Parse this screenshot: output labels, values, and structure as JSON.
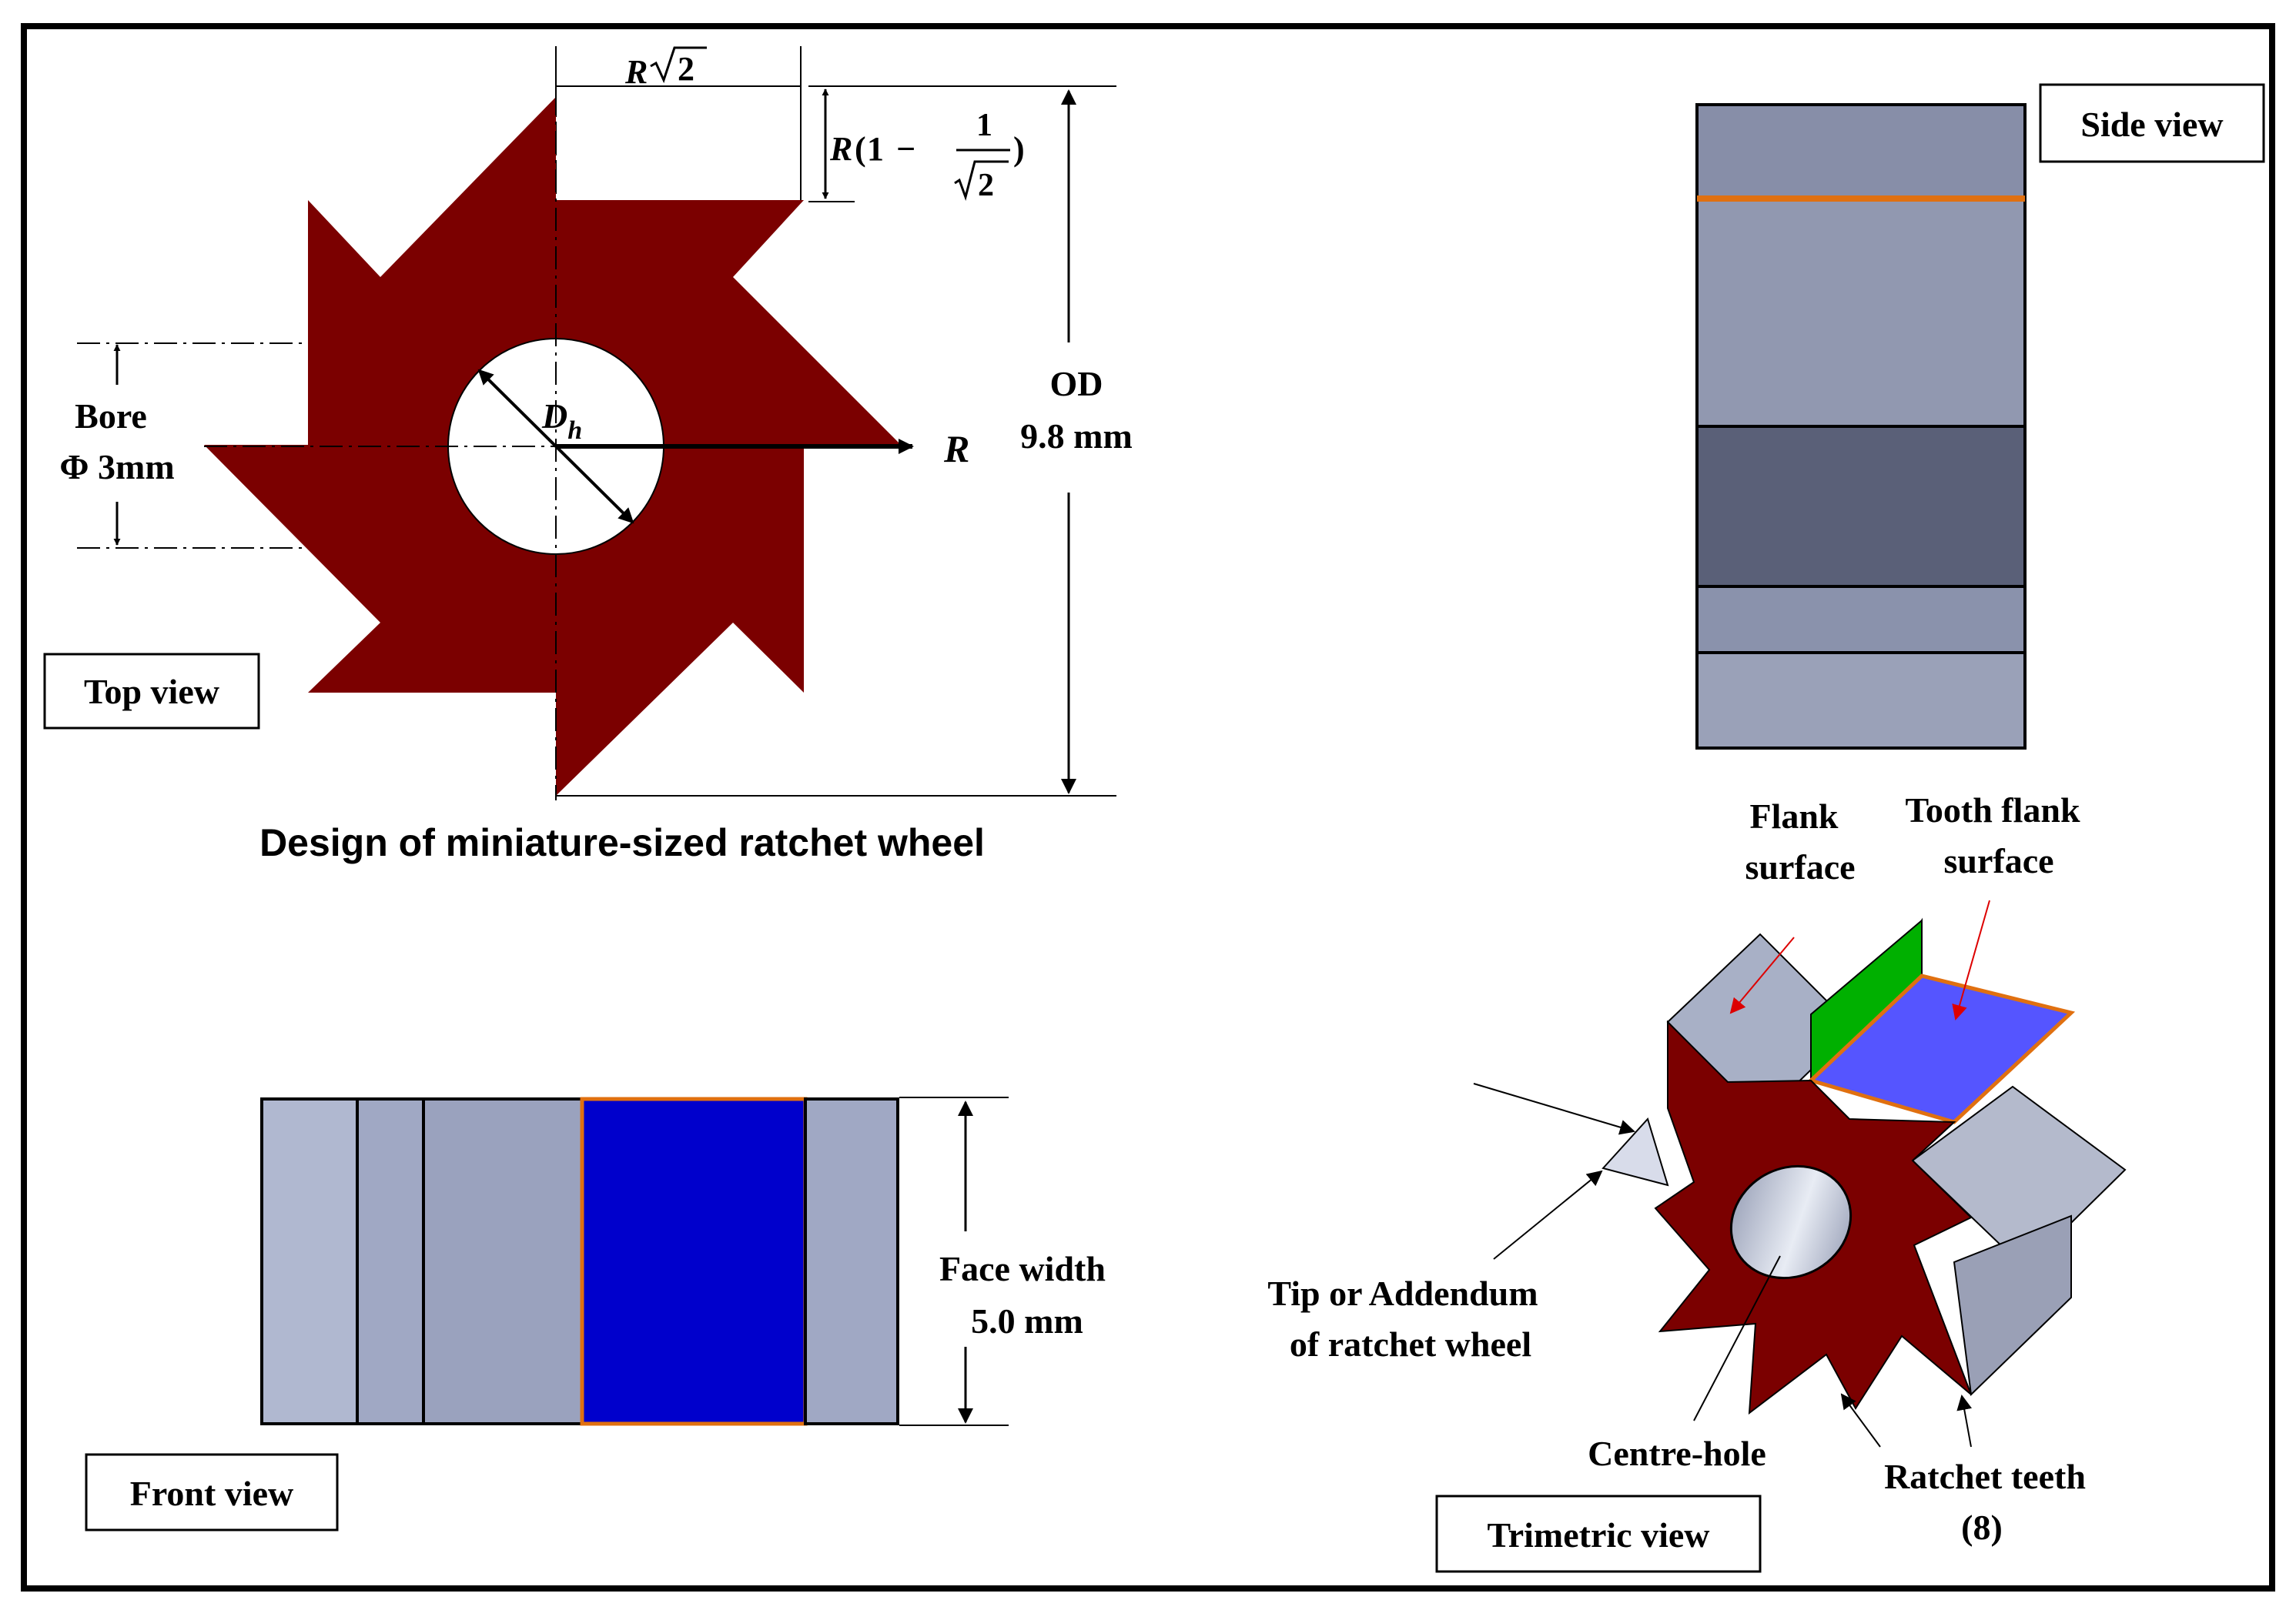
{
  "caption": "Design of miniature-sized ratchet wheel",
  "views": {
    "top": "Top view",
    "side": "Side view",
    "front": "Front view",
    "trimetric": "Trimetric view"
  },
  "dimensions": {
    "r_sqrt2": {
      "r": "R",
      "root": "2"
    },
    "r_one_minus": {
      "r": "R",
      "one": "1",
      "minus": "−",
      "num": "1",
      "den": "2"
    },
    "od_label": "OD",
    "od_value": "9.8 mm",
    "bore_label": "Bore",
    "bore_value": "Φ 3mm",
    "dh_main": "D",
    "dh_sub": "h",
    "radius": "R",
    "face_width_label": "Face width",
    "face_width_value": "5.0 mm"
  },
  "callouts": {
    "flank_1": "Flank",
    "flank_2": "surface",
    "tooth_flank_1": "Tooth  flank",
    "tooth_flank_2": "surface",
    "tip_1": "Tip  or Addendum",
    "tip_2": "of ratchet wheel",
    "centre_hole": "Centre-hole",
    "ratchet_teeth_1": "Ratchet teeth",
    "ratchet_teeth_2": "(8)"
  },
  "colors": {
    "wheel": "#7b0000",
    "face_blue": "#0000cc",
    "flank_blue": "#5555ff",
    "flank_green": "#00b000",
    "edge_orange": "#e07010",
    "grey_light": "#a8b0c8",
    "grey_mid": "#8a92ac",
    "grey_dark": "#5a6078",
    "red_arrow": "#dd0000"
  }
}
